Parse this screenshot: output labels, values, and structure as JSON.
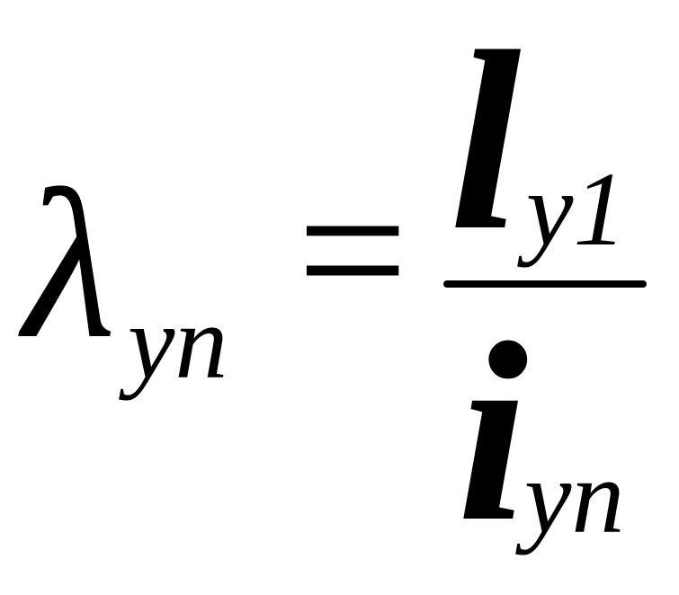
{
  "formula": {
    "lhs": {
      "symbol": "λ",
      "subscript": "yn"
    },
    "relation": "=",
    "numerator": {
      "symbol": "l",
      "subscript": "y1"
    },
    "denominator": {
      "symbol": "i",
      "subscript": "yn"
    }
  },
  "colors": {
    "ink": "#000000",
    "background": "#ffffff"
  }
}
